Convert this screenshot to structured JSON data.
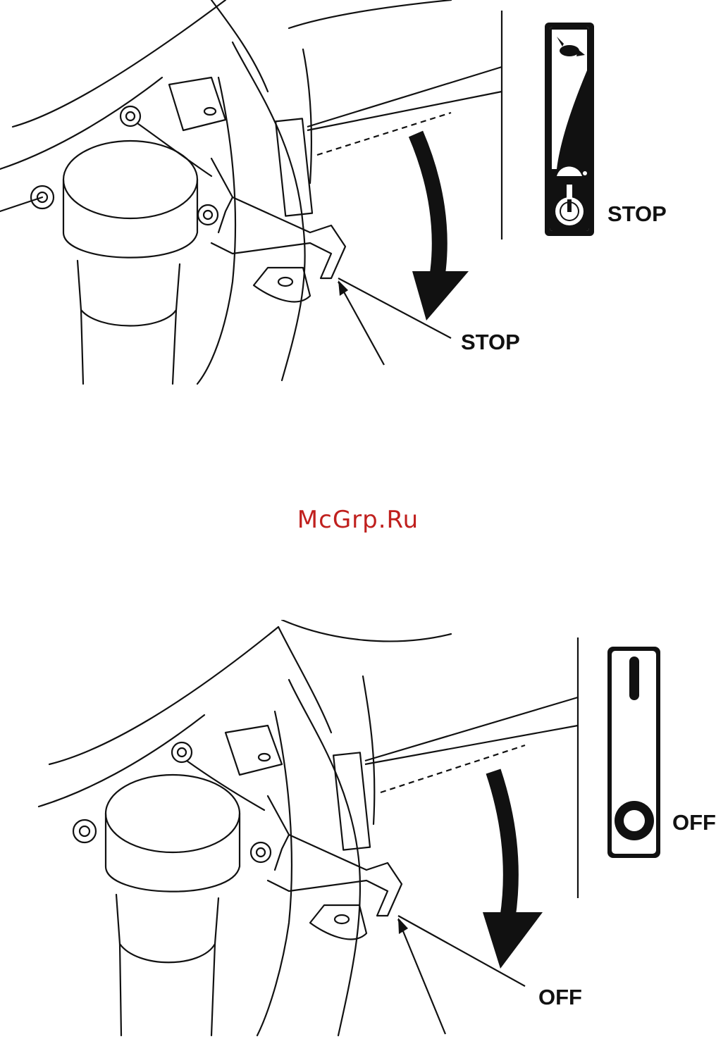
{
  "figure_top": {
    "lever_label": "STOP",
    "panel_label": "STOP",
    "panel_icons": [
      "rabbit-icon",
      "turtle-icon",
      "stop-switch-icon"
    ]
  },
  "watermark": "McGrp.Ru",
  "figure_bottom": {
    "lever_label": "OFF",
    "panel_label": "OFF",
    "panel_icons": [
      "on-bar-icon",
      "off-circle-icon"
    ]
  },
  "colors": {
    "ink": "#111111",
    "watermark": "#c0201e"
  }
}
